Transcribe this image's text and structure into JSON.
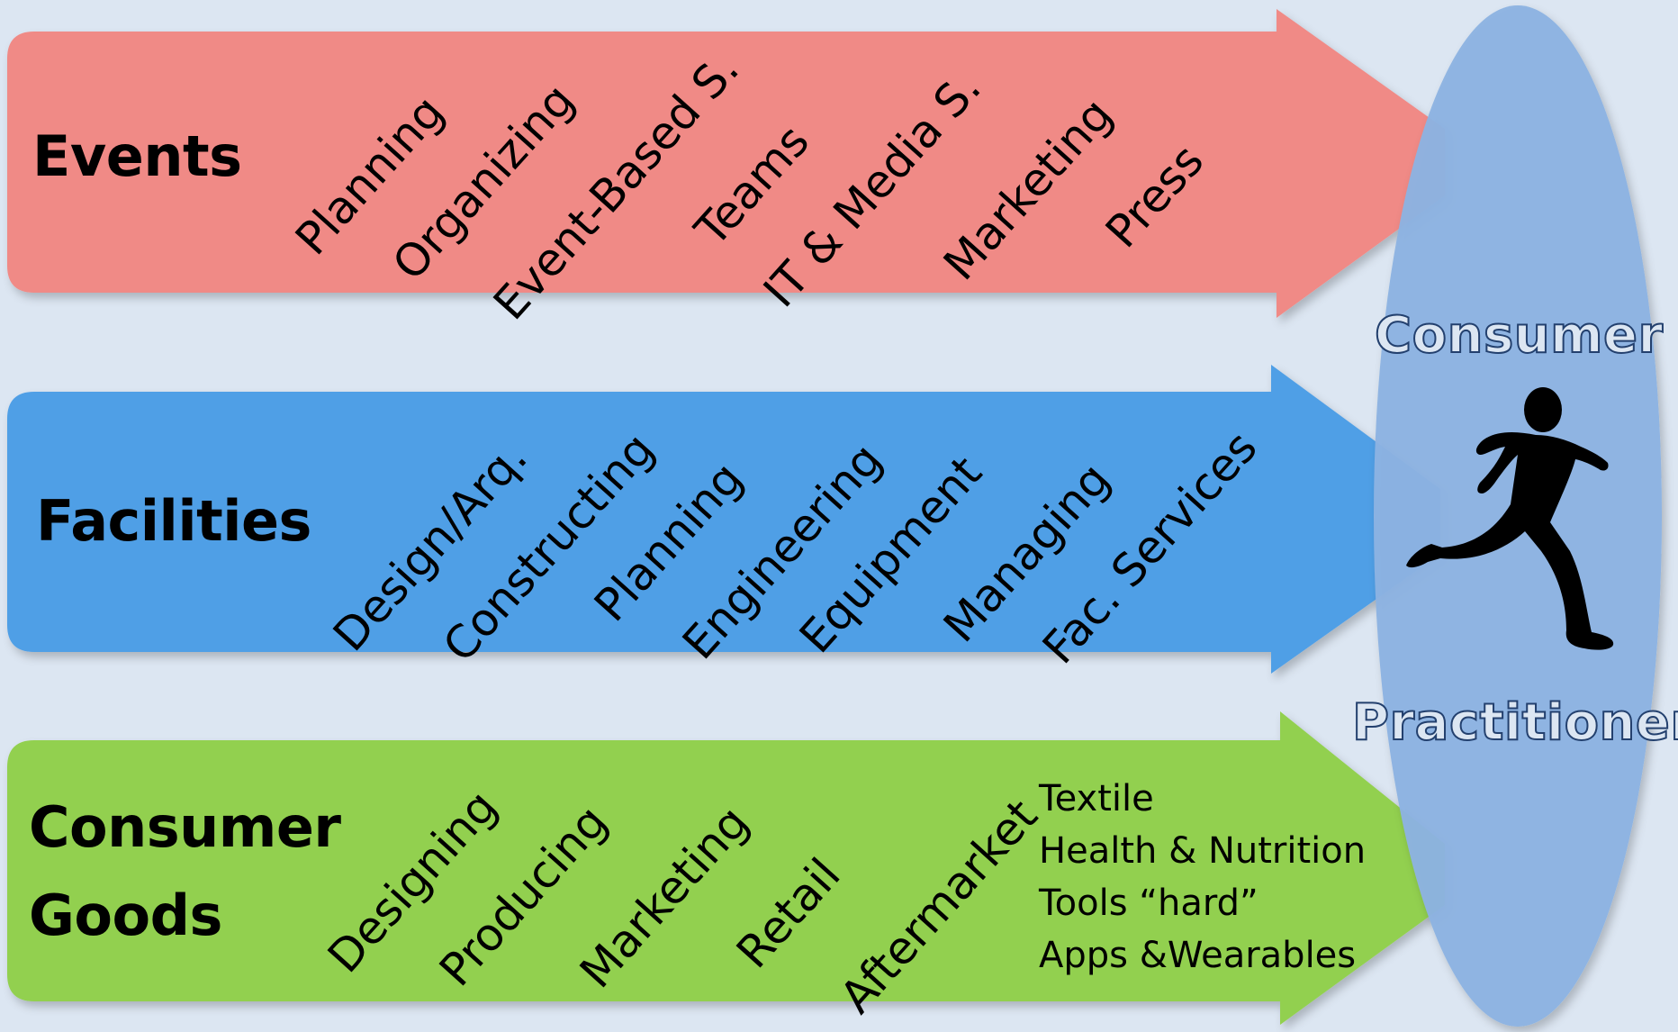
{
  "bands": [
    {
      "title": "Events",
      "color": "#f08a86",
      "steps": [
        "Planning",
        "Organizing",
        "Event-Based S.",
        "Teams",
        "IT & Media S.",
        "Marketing",
        "Press"
      ]
    },
    {
      "title": "Facilities",
      "color": "#509fe6",
      "steps": [
        "Design/Arq.",
        "Constructing",
        "Planning",
        "Engineering",
        "Equipment",
        "Managing",
        "Fac. Services"
      ]
    },
    {
      "title_line1": "Consumer",
      "title_line2": "Goods",
      "color": "#92d050",
      "steps": [
        "Designing",
        "Producing",
        "Marketing",
        "Retail",
        "Aftermarket"
      ],
      "categories": [
        "Textile",
        "Health & Nutrition",
        "Tools “hard”",
        "Apps &Wearables"
      ]
    }
  ],
  "target": {
    "color": "#8db3e2",
    "label_top": "Consumer",
    "label_bottom": "Practitioner",
    "icon": "runner-silhouette-icon"
  }
}
